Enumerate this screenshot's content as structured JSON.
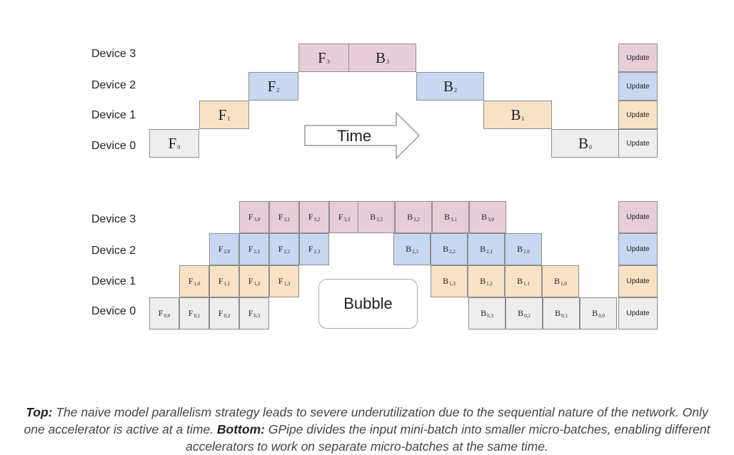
{
  "top": {
    "devices": [
      "Device 3",
      "Device 2",
      "Device 1",
      "Device 0"
    ],
    "time_label": "Time",
    "blocks": [
      {
        "label": "F",
        "sub": "3",
        "device": 3,
        "color": "purple"
      },
      {
        "label": "B",
        "sub": "3",
        "device": 3,
        "color": "purple"
      },
      {
        "label": "F",
        "sub": "2",
        "device": 2,
        "color": "blue"
      },
      {
        "label": "B",
        "sub": "2",
        "device": 2,
        "color": "blue"
      },
      {
        "label": "F",
        "sub": "1",
        "device": 1,
        "color": "orange"
      },
      {
        "label": "B",
        "sub": "1",
        "device": 1,
        "color": "orange"
      },
      {
        "label": "F",
        "sub": "0",
        "device": 0,
        "color": "grey"
      },
      {
        "label": "B",
        "sub": "0",
        "device": 0,
        "color": "grey"
      }
    ],
    "updates": [
      {
        "label": "Update",
        "device": 3,
        "color": "purple"
      },
      {
        "label": "Update",
        "device": 2,
        "color": "blue"
      },
      {
        "label": "Update",
        "device": 1,
        "color": "orange"
      },
      {
        "label": "Update",
        "device": 0,
        "color": "grey"
      }
    ]
  },
  "bottom": {
    "devices": [
      "Device 3",
      "Device 2",
      "Device 1",
      "Device 0"
    ],
    "bubble_label": "Bubble",
    "rows": [
      {
        "device": 3,
        "color": "purple",
        "forward": [
          "3,0",
          "3,1",
          "3,2",
          "3,3"
        ],
        "backward": [
          "3,3",
          "3,2",
          "3,1",
          "3,0"
        ]
      },
      {
        "device": 2,
        "color": "blue",
        "forward": [
          "2,0",
          "2,1",
          "2,2",
          "2,3"
        ],
        "backward": [
          "2,3",
          "2,2",
          "2,1",
          "2,0"
        ]
      },
      {
        "device": 1,
        "color": "orange",
        "forward": [
          "1,0",
          "1,1",
          "1,2",
          "1,3"
        ],
        "backward": [
          "1,3",
          "1,2",
          "1,1",
          "1,0"
        ]
      },
      {
        "device": 0,
        "color": "grey",
        "forward": [
          "0,0",
          "0,1",
          "0,2",
          "0,3"
        ],
        "backward": [
          "0,3",
          "0,2",
          "0,1",
          "0,0"
        ]
      }
    ],
    "updates": [
      {
        "label": "Update",
        "device": 3,
        "color": "purple"
      },
      {
        "label": "Update",
        "device": 2,
        "color": "blue"
      },
      {
        "label": "Update",
        "device": 1,
        "color": "orange"
      },
      {
        "label": "Update",
        "device": 0,
        "color": "grey"
      }
    ]
  },
  "caption": {
    "top_label": "Top:",
    "top_text": " The naive model parallelism strategy leads to severe underutilization due to the sequential nature of the network. Only one accelerator is active at a time. ",
    "bottom_label": "Bottom:",
    "bottom_text": " GPipe divides the input mini-batch into smaller micro-batches, enabling different accelerators to work on separate micro-batches at the same time."
  },
  "colors": {
    "purple": "#e8cdd9",
    "blue": "#c8d7f2",
    "orange": "#f8e1c5",
    "grey": "#eeeeee",
    "border": "#8f8f8f"
  }
}
